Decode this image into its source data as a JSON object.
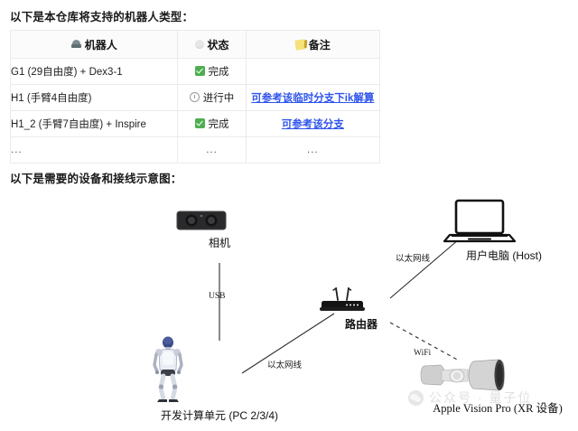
{
  "intro": {
    "line1": "以下是本仓库将支持的机器人类型：",
    "line2": "以下是需要的设备和接线示意图："
  },
  "table": {
    "headers": [
      {
        "icon": "robot-icon",
        "label": "机器人"
      },
      {
        "icon": "white-circle-icon",
        "label": "状态"
      },
      {
        "icon": "memo-icon",
        "label": "备注"
      }
    ],
    "rows": [
      {
        "robot": "G1 (29自由度) + Dex3-1",
        "status_icon": "check-mark-button-icon",
        "status": "完成",
        "note": "",
        "note_is_link": false
      },
      {
        "robot": "H1 (手臂4自由度)",
        "status_icon": "clock-icon",
        "status": "进行中",
        "note": "可参考该临时分支下ik解算",
        "note_is_link": true
      },
      {
        "robot": "H1_2 (手臂7自由度) + Inspire",
        "status_icon": "check-mark-button-icon",
        "status": "完成",
        "note": "可参考该分支",
        "note_is_link": true
      },
      {
        "robot": "...",
        "status_icon": "",
        "status": "...",
        "note": "...",
        "note_is_link": false
      }
    ],
    "link_color": "#2f54eb"
  },
  "diagram": {
    "nodes": {
      "camera": "相机",
      "robot": "开发计算单元 (PC 2/3/4)",
      "router": "路由器",
      "host": "用户电脑 (Host)",
      "xr": "Apple Vision Pro (XR 设备)"
    },
    "edges": [
      {
        "from": "camera",
        "to": "robot",
        "label": "USB",
        "style": "solid"
      },
      {
        "from": "robot",
        "to": "router",
        "label": "以太网线",
        "style": "solid"
      },
      {
        "from": "router",
        "to": "host",
        "label": "以太网线",
        "style": "solid"
      },
      {
        "from": "router",
        "to": "xr",
        "label": "WiFi",
        "style": "dashed"
      }
    ]
  },
  "watermark": {
    "text": "公众号 · 量子位",
    "icon": "wechat-icon"
  }
}
